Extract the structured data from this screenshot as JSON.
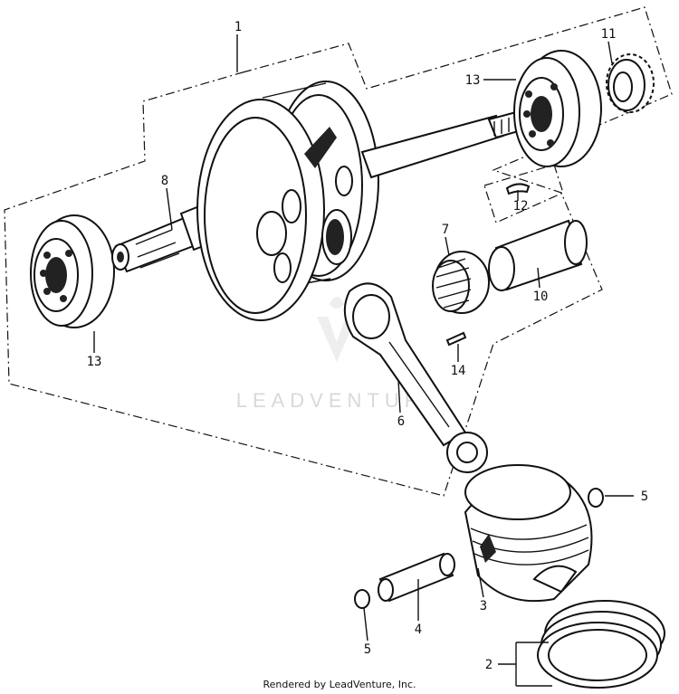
{
  "callouts": {
    "c1": "1",
    "c2": "2",
    "c3": "3",
    "c4": "4",
    "c5a": "5",
    "c5b": "5",
    "c6": "6",
    "c7": "7",
    "c8": "8",
    "c10": "10",
    "c11": "11",
    "c12": "12",
    "c13a": "13",
    "c13b": "13",
    "c14": "14"
  },
  "watermark": "LEADVENTURE",
  "footer": "Rendered by LeadVenture, Inc."
}
